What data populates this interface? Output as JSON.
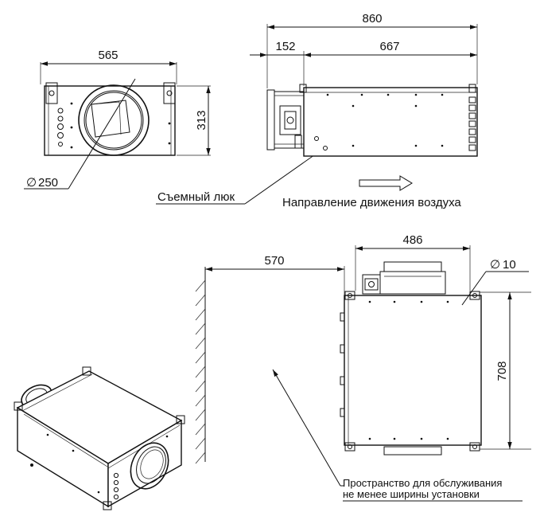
{
  "dimensions": {
    "front_width": "565",
    "front_height": "313",
    "duct_diameter": "250",
    "total_length": "860",
    "duct_extension": "152",
    "body_length": "667",
    "top_width": "486",
    "wall_clearance": "570",
    "mount_hole_diameter": "10",
    "top_depth": "708"
  },
  "symbols": {
    "diameter": "∅"
  },
  "labels": {
    "removable_hatch": "Съемный люк",
    "airflow_direction": "Направление движения воздуха",
    "service_space_line1": "Пространство для обслуживания",
    "service_space_line2": "не менее ширины установки"
  },
  "colors": {
    "line": "#111111",
    "background": "#ffffff"
  }
}
